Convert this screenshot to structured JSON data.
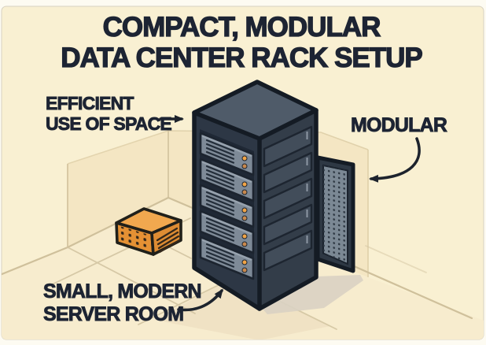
{
  "title": {
    "line1": "COMPACT, MODULAR",
    "line2": "DATA CENTER RACK SETUP"
  },
  "labels": {
    "efficient": {
      "line1": "EFFICIENT",
      "line2": "USE OF SPACE"
    },
    "modular": "MODULAR",
    "server_room": {
      "line1": "SMALL, MODERN",
      "line2": "SERVER ROOM"
    }
  },
  "icons": {
    "arrow_right": "straight-right-arrow",
    "arrow_modular": "curved-arrow-pointing-left-at-door",
    "arrow_room": "curved-arrow-pointing-up-right-at-rack-base"
  },
  "scene": {
    "rack": {
      "name": "server rack",
      "server_units": 5,
      "leds_per_unit": 2
    },
    "door": {
      "name": "perforated modular door panel"
    },
    "device": {
      "name": "small orange network device"
    },
    "room": {
      "name": "room corner with tiled floor"
    }
  },
  "colors": {
    "page": "#fdfbf2",
    "canvas": "#f9f0d2",
    "wall_shade": "#f4e6c3",
    "floor": "#f7ecce",
    "floor_tile_dark": "#eee1c2",
    "grout": "#cfc09b",
    "ink": "#1d2433",
    "outline": "#141b24",
    "rack_frame": "#2d3745",
    "rack_top": "#4f5b69",
    "rack_side": "#333d49",
    "rack_inner": "#1f2835",
    "server_face": "#7e8a97",
    "server_stripe": "#232d39",
    "slot": "#424d5a",
    "mesh": "#7b8894",
    "led_bright": "#f2a546",
    "led_dim": "#c9894d",
    "box_top": "#f1a84f",
    "box_front": "#e59134",
    "box_side": "#dd8c33",
    "shadow": "#d9d2c3"
  }
}
